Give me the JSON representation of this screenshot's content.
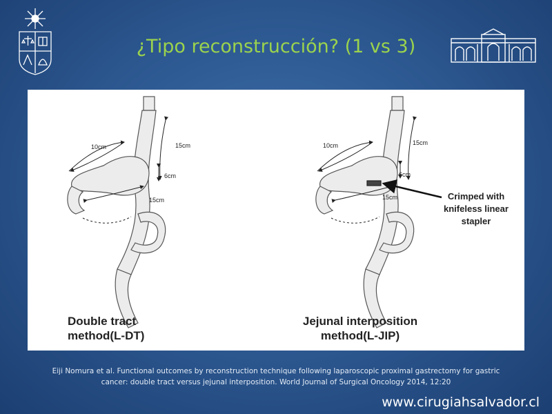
{
  "slide": {
    "title": "¿Tipo reconstrucción? (1 vs 3)",
    "reference_line1": "Eiji Nomura et al. Functional outcomes by reconstruction technique following laparoscopic proximal gastrectomy for gastric",
    "reference_line2": "cancer: double tract versus jejunal interposition. World Journal of Surgical Oncology 2014, 12:20",
    "website": "www.cirugiahsalvador.cl"
  },
  "figure": {
    "left_panel": {
      "label_10cm": "10cm",
      "label_15cm_top": "15cm",
      "label_6cm": "6cm",
      "label_15cm_bottom": "15cm",
      "caption_line1": "Double tract",
      "caption_line2": "method(L-DT)"
    },
    "right_panel": {
      "label_10cm": "10cm",
      "label_15cm_top": "15cm",
      "label_6cm": "6cm",
      "label_15cm_bottom": "15cm",
      "annotation_line1": "Crimped with",
      "annotation_line2": "knifeless linear",
      "annotation_line3": "stapler",
      "caption_line1": "Jejunal interposition",
      "caption_line2": "method(L-JIP)"
    }
  },
  "colors": {
    "title": "#9bd34d",
    "background": "#2e5a93"
  }
}
